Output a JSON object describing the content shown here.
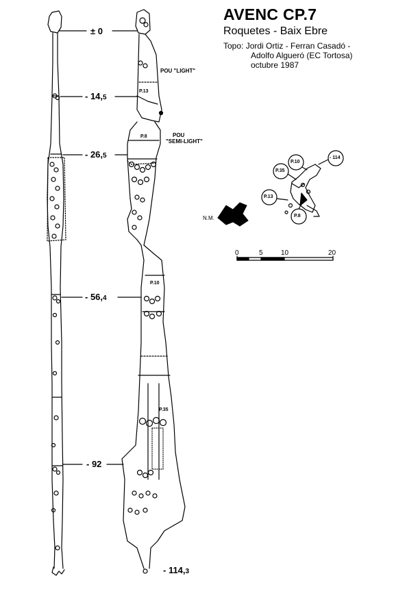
{
  "header": {
    "title": "AVENC CP.7",
    "subtitle": "Roquetes - Baix Ebre",
    "credit_line1": "Topo: Jordi Ortiz - Ferran Casadó -",
    "credit_line2": "Adolfo Algueró  (EC Tortosa)",
    "credit_line3": "octubre 1987"
  },
  "depths": [
    {
      "main": "± 0",
      "sub": ""
    },
    {
      "main": "- 14,",
      "sub": "5"
    },
    {
      "main": "- 26,",
      "sub": "5"
    },
    {
      "main": "- 56,",
      "sub": "4"
    },
    {
      "main": "- 92",
      "sub": ""
    },
    {
      "main": "- 114,",
      "sub": "3"
    }
  ],
  "annotations": {
    "pou_light": "POU \"LIGHT\"",
    "pou_semilight_1": "POU",
    "pou_semilight_2": "\"SEMI-LIGHT\""
  },
  "pitches": {
    "p13": "P.13",
    "p8": "P.8",
    "p10": "P.10",
    "p35": "P.35"
  },
  "plan": {
    "labels": [
      "P.10",
      "- 114",
      "P.35",
      "P.13",
      "P.8"
    ],
    "north": "N.M."
  },
  "scale": {
    "ticks": [
      "0",
      "5",
      "10",
      "20"
    ]
  }
}
